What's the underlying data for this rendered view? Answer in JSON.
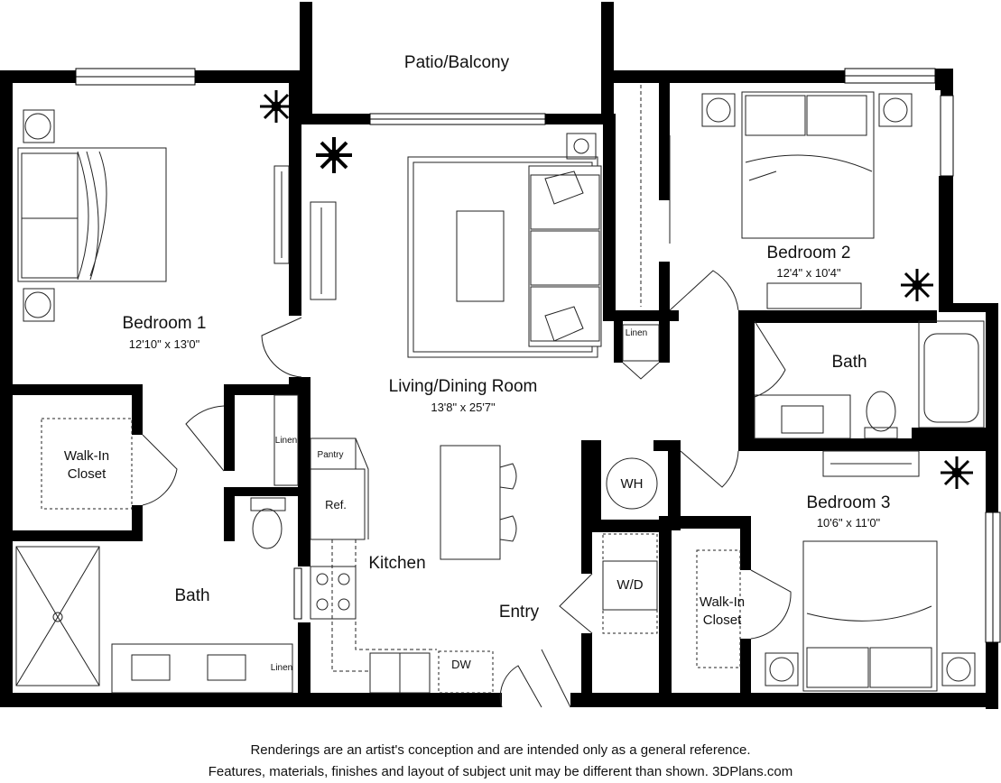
{
  "rooms": {
    "patio": {
      "name": "Patio/Balcony"
    },
    "bedroom1": {
      "name": "Bedroom 1",
      "dims": "12'10\" x 13'0\""
    },
    "bedroom2": {
      "name": "Bedroom 2",
      "dims": "12'4\" x 10'4\""
    },
    "bedroom3": {
      "name": "Bedroom 3",
      "dims": "10'6\" x 11'0\""
    },
    "living": {
      "name": "Living/Dining Room",
      "dims": "13'8\" x 25'7\""
    },
    "kitchen": {
      "name": "Kitchen"
    },
    "entry": {
      "name": "Entry"
    },
    "bath_left": {
      "name": "Bath"
    },
    "bath_right": {
      "name": "Bath"
    },
    "walkin1": {
      "line1": "Walk-In",
      "line2": "Closet"
    },
    "walkin3": {
      "line1": "Walk-In",
      "line2": "Closet"
    }
  },
  "fixtures": {
    "linen_a": "Linen",
    "linen_b": "Linen",
    "linen_c": "Linen",
    "pantry": "Pantry",
    "ref": "Ref.",
    "wh": "WH",
    "wd": "W/D",
    "dw": "DW"
  },
  "disclaimer": {
    "line1": "Renderings are an artist's conception and are intended only as a general reference.",
    "line2": "Features, materials, finishes and layout of subject unit may be different than shown. 3DPlans.com"
  }
}
